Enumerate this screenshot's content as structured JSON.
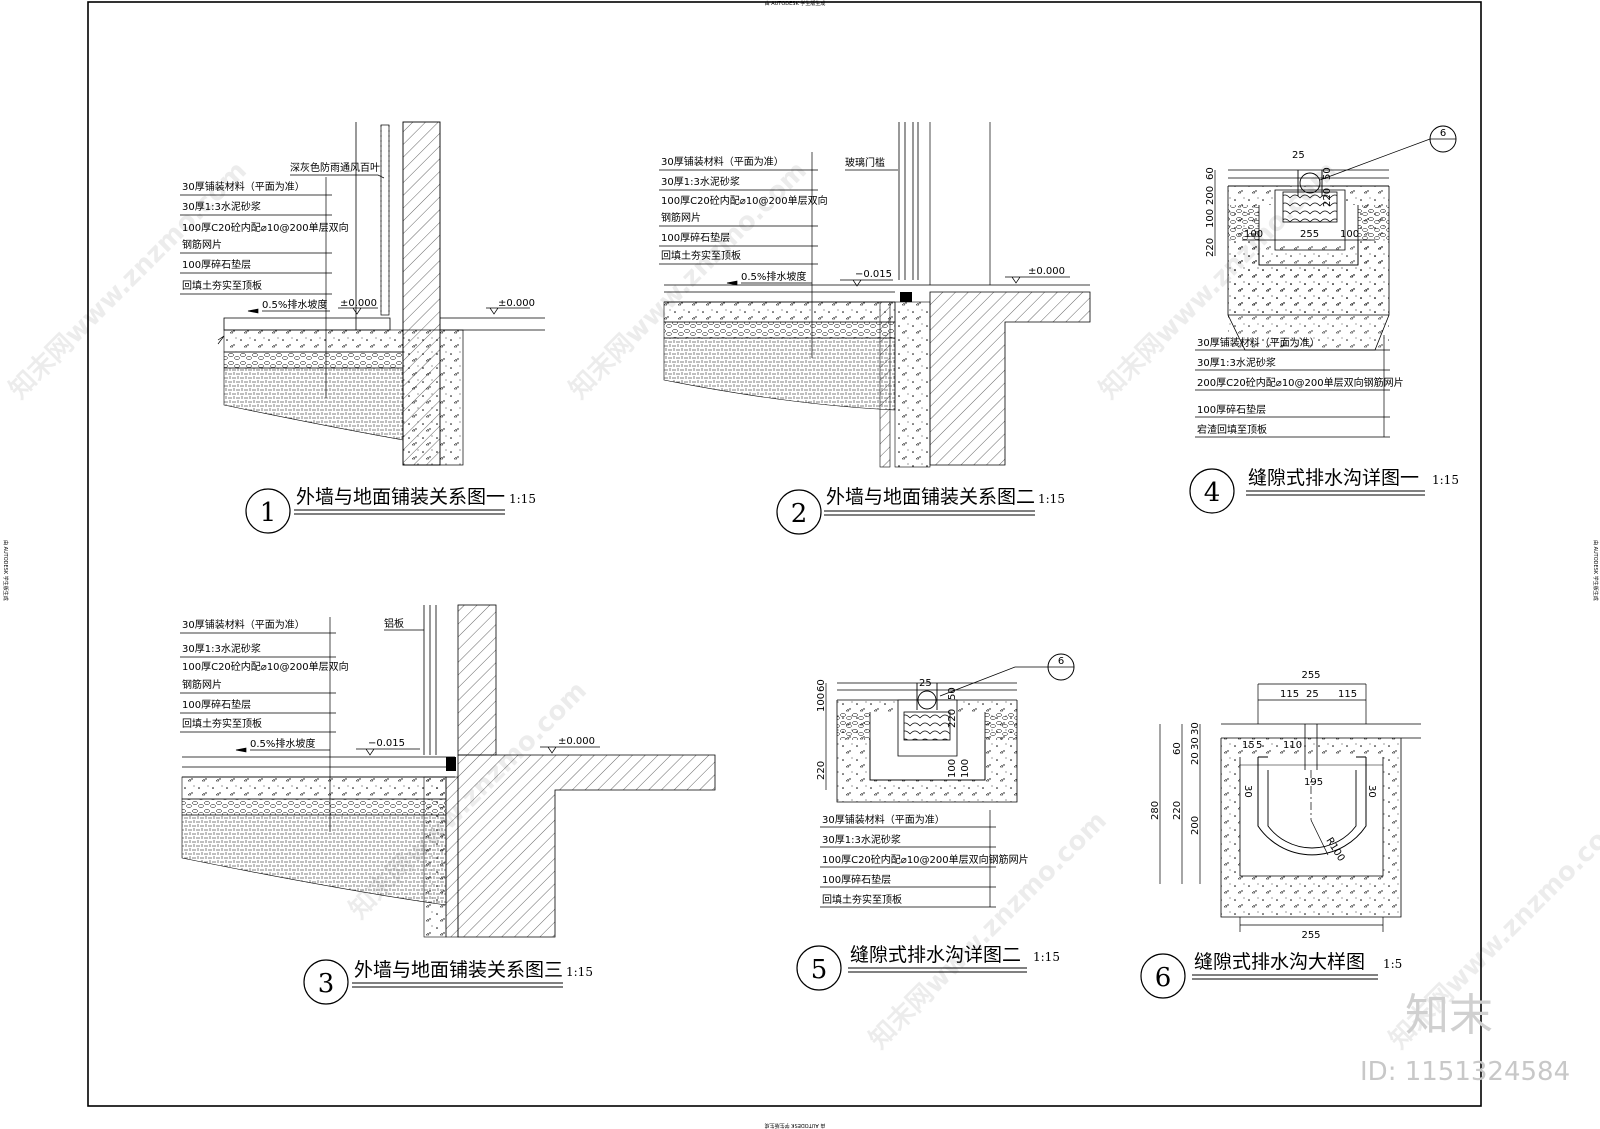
{
  "sheet": {
    "edge_mark_top": "由 AUTODESK 学生版生成",
    "edge_mark_bottom": "由 AUTODESK 学生版生成",
    "edge_mark_left": "由 AUTODESK 学生版生成",
    "edge_mark_right": "由 AUTODESK 学生版生成"
  },
  "details": [
    {
      "number": "1",
      "title": "外墙与地面铺装关系图一",
      "scale": "1:15",
      "layers": [
        "30厚铺装材料（平面为准）",
        "30厚1:3水泥砂浆",
        "100厚C20砼内配⌀10@200单层双向",
        "钢筋网片",
        "100厚碎石垫层",
        "回填土夯实至顶板"
      ],
      "callout": "深灰色防雨通风百叶",
      "slope": "0.5%排水坡度",
      "level_a": "±0.000",
      "level_b": "±0.000"
    },
    {
      "number": "2",
      "title": "外墙与地面铺装关系图二",
      "scale": "1:15",
      "layers": [
        "30厚铺装材料（平面为准）",
        "30厚1:3水泥砂浆",
        "100厚C20砼内配⌀10@200单层双向",
        "钢筋网片",
        "100厚碎石垫层",
        "回填土夯实至顶板"
      ],
      "callout": "玻璃门槛",
      "slope": "0.5%排水坡度",
      "level_a": "−0.015",
      "level_b": "±0.000"
    },
    {
      "number": "3",
      "title": "外墙与地面铺装关系图三",
      "scale": "1:15",
      "layers": [
        "30厚铺装材料（平面为准）",
        "30厚1:3水泥砂浆",
        "100厚C20砼内配⌀10@200单层双向",
        "钢筋网片",
        "100厚碎石垫层",
        "回填土夯实至顶板"
      ],
      "callout": "铝板",
      "slope": "0.5%排水坡度",
      "level_a": "−0.015",
      "level_b": "±0.000"
    },
    {
      "number": "4",
      "title": "缝隙式排水沟详图一",
      "scale": "1:15",
      "layers": [
        "30厚铺装材料（平面为准）",
        "30厚1:3水泥砂浆",
        "200厚C20砼内配⌀10@200单层双向钢筋网片",
        "100厚碎石垫层",
        "宕渣回填至顶板"
      ],
      "ref": "6",
      "dims": [
        "25",
        "60",
        "200",
        "100",
        "220",
        "50",
        "220",
        "100",
        "255",
        "100"
      ]
    },
    {
      "number": "5",
      "title": "缝隙式排水沟详图二",
      "scale": "1:15",
      "layers": [
        "30厚铺装材料（平面为准）",
        "30厚1:3水泥砂浆",
        "100厚C20砼内配⌀10@200单层双向钢筋网片",
        "100厚碎石垫层",
        "回填土夯实至顶板"
      ],
      "ref": "6",
      "dims": [
        "25",
        "100",
        "60",
        "220",
        "50",
        "220",
        "100",
        "100"
      ]
    },
    {
      "number": "6",
      "title": "缝隙式排水沟大样图",
      "scale": "1:5",
      "dims": [
        "255",
        "115",
        "25",
        "115",
        "15",
        "5",
        "110",
        "30",
        "195",
        "30",
        "R100",
        "280",
        "220",
        "60",
        "30",
        "30",
        "20",
        "200",
        "255"
      ]
    }
  ],
  "watermark": {
    "logo": "知末",
    "id": "ID: 1151324584",
    "site": "知末网www.znzmo.com"
  },
  "colors": {
    "line": "#000000",
    "paper": "#ffffff",
    "watermark": "#c8c8c8"
  }
}
